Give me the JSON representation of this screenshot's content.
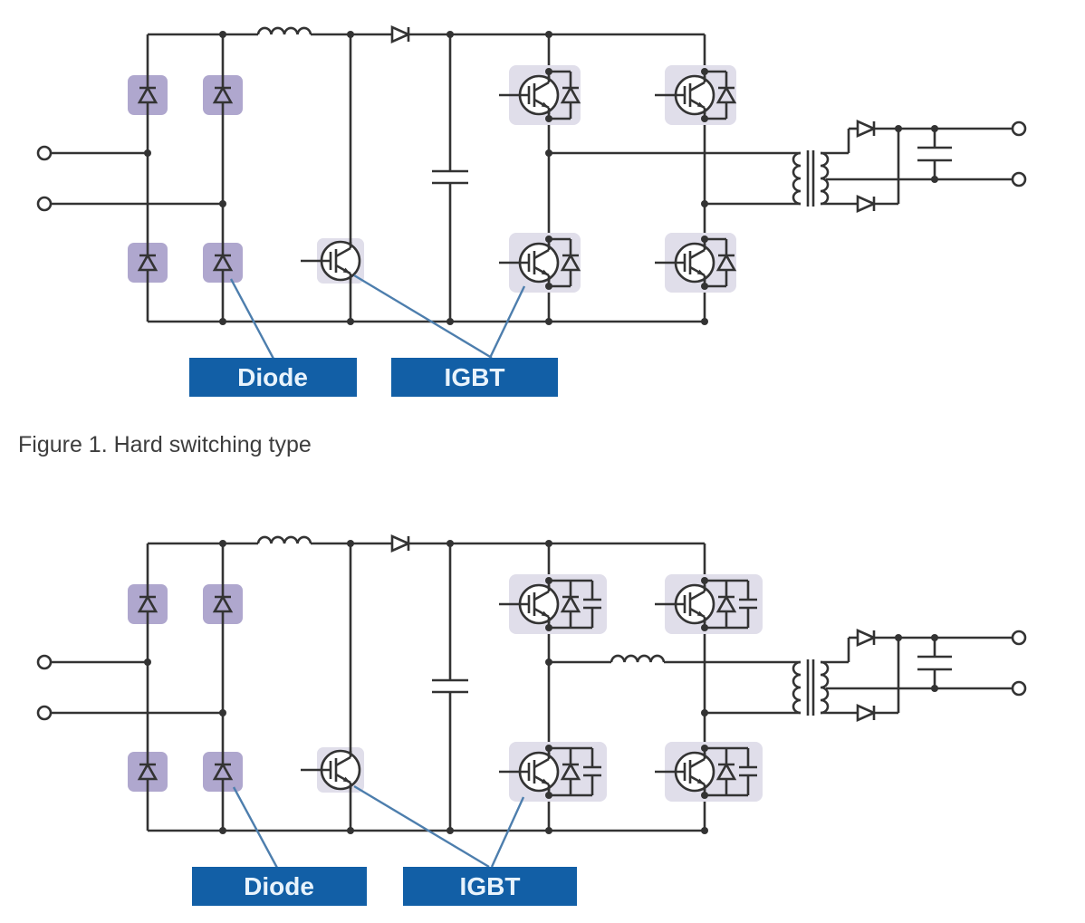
{
  "figure1": {
    "caption": "Figure 1. Hard switching type",
    "labels": {
      "diode": "Diode",
      "igbt": "IGBT"
    }
  },
  "figure2": {
    "labels": {
      "diode": "Diode",
      "igbt": "IGBT"
    }
  },
  "colors": {
    "wire": "#333333",
    "label_box": "#125fa6",
    "label_text": "#e8f3fc",
    "leader_line": "#4d7ead",
    "diode_highlight": "#afa7ce",
    "igbt_highlight": "#e0deea",
    "caption_text": "#3d3d3d"
  }
}
